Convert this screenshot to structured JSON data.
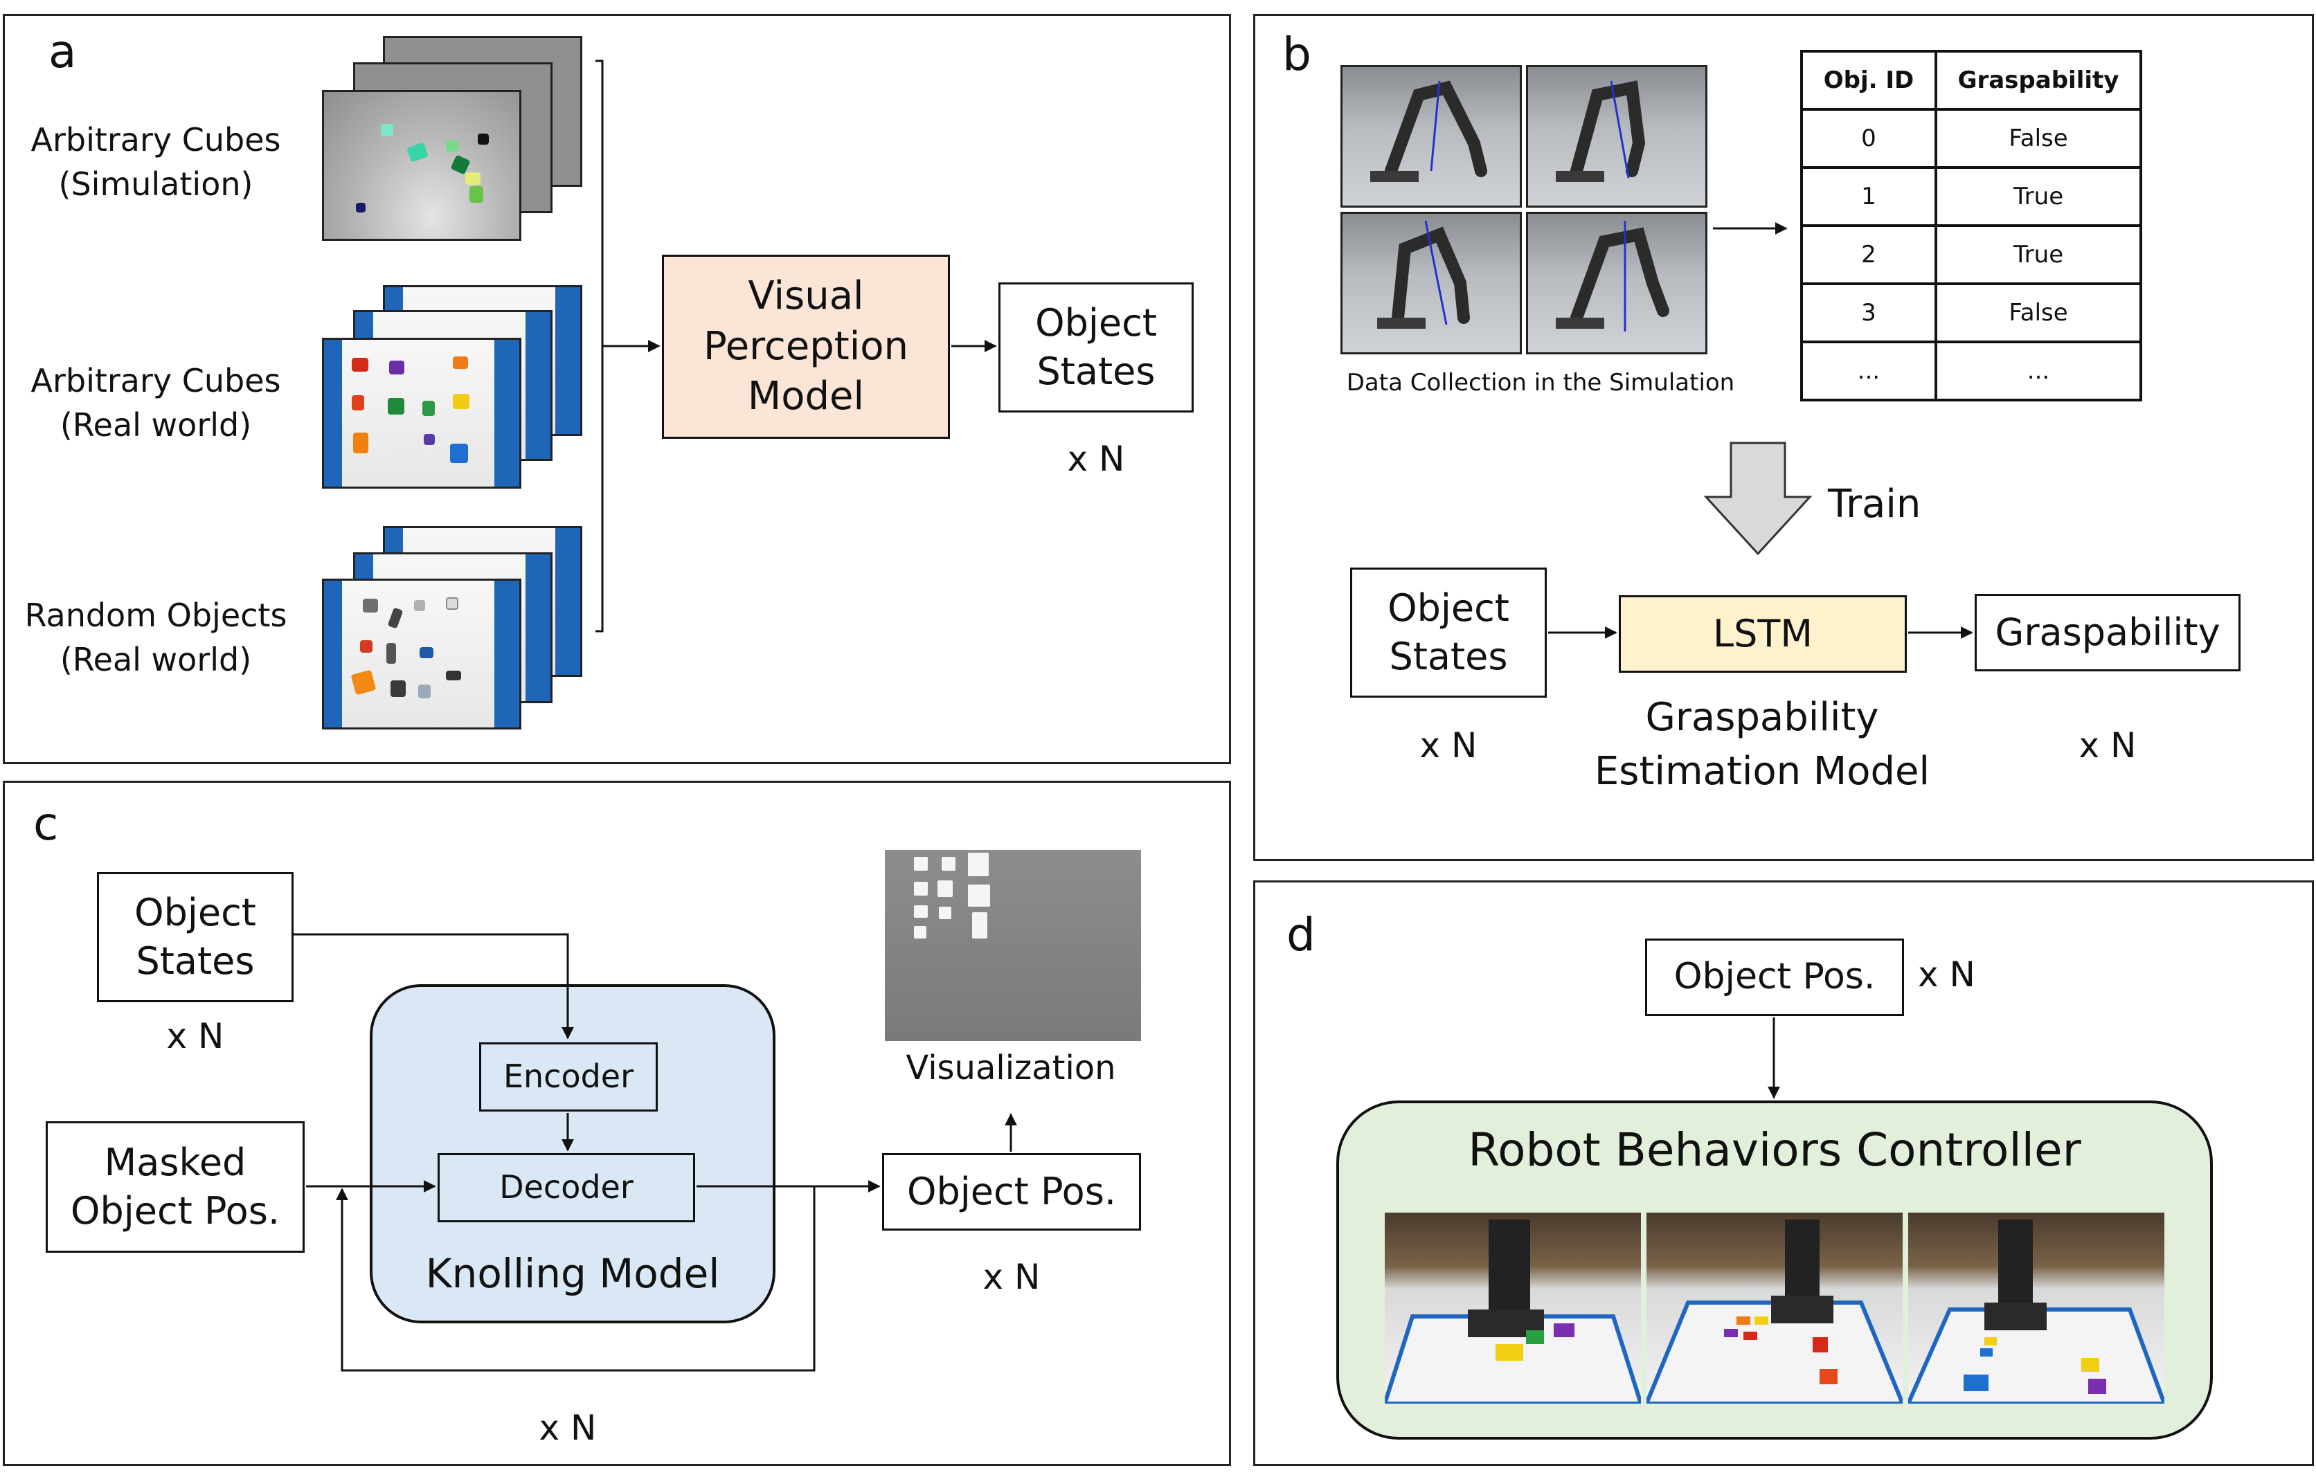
{
  "panel_a": {
    "label": "a",
    "row1_label": "Arbitrary Cubes\n(Simulation)",
    "row2_label": "Arbitrary Cubes\n(Real world)",
    "row3_label": "Random Objects\n(Real world)",
    "model": "Visual\nPerception\nModel",
    "output": "Object\nStates",
    "multiplier": "x N"
  },
  "panel_b": {
    "label": "b",
    "caption": "Data Collection in the Simulation",
    "table_headers": [
      "Obj. ID",
      "Graspability"
    ],
    "table_rows": [
      [
        "0",
        "False"
      ],
      [
        "1",
        "True"
      ],
      [
        "2",
        "True"
      ],
      [
        "3",
        "False"
      ],
      [
        "...",
        "..."
      ]
    ],
    "train_label": "Train",
    "input": "Object\nStates",
    "lstm": "LSTM",
    "output": "Graspability",
    "model_name": "Graspability\nEstimation Model",
    "input_mult": "x N",
    "output_mult": "x N"
  },
  "panel_c": {
    "label": "c",
    "input1": "Object\nStates",
    "input1_mult": "x N",
    "input2": "Masked\nObject Pos.",
    "encoder": "Encoder",
    "decoder": "Decoder",
    "model_name": "Knolling Model",
    "output": "Object Pos.",
    "output_mult": "x N",
    "vis_caption": "Visualization",
    "loop_mult": "x N"
  },
  "panel_d": {
    "label": "d",
    "input": "Object Pos.",
    "input_mult": "x N",
    "controller": "Robot Behaviors Controller"
  },
  "colors": {
    "perception_fill": "#fbe5d6",
    "lstm_fill": "#fff2cc",
    "knolling_fill": "#dae8f5",
    "controller_fill": "#e2efda"
  }
}
